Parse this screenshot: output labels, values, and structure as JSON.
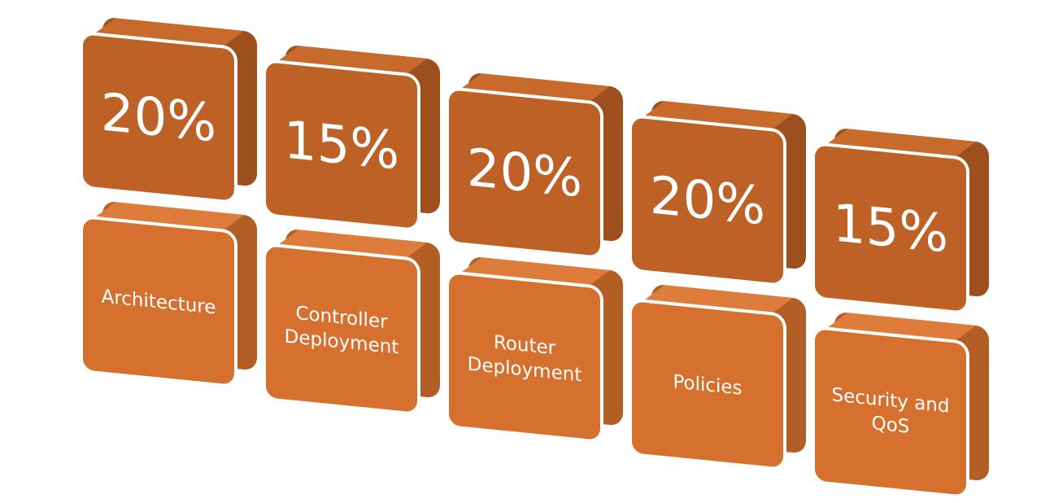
{
  "colors": {
    "percent_face": "#bd6126",
    "label_face": "#d5702e",
    "percent_side": "#9e4f1e",
    "label_side": "#b25e25",
    "percent_top": "#c86a2c",
    "label_top": "#de7d3b",
    "border": "#ffffff",
    "text": "#ffffff"
  },
  "blocks": [
    {
      "percent": "20%",
      "label_lines": [
        "Architecture"
      ]
    },
    {
      "percent": "15%",
      "label_lines": [
        "Controller",
        "Deployment"
      ]
    },
    {
      "percent": "20%",
      "label_lines": [
        "Router",
        "Deployment"
      ]
    },
    {
      "percent": "20%",
      "label_lines": [
        "Policies"
      ]
    },
    {
      "percent": "15%",
      "label_lines": [
        "Security and",
        "QoS"
      ]
    }
  ]
}
